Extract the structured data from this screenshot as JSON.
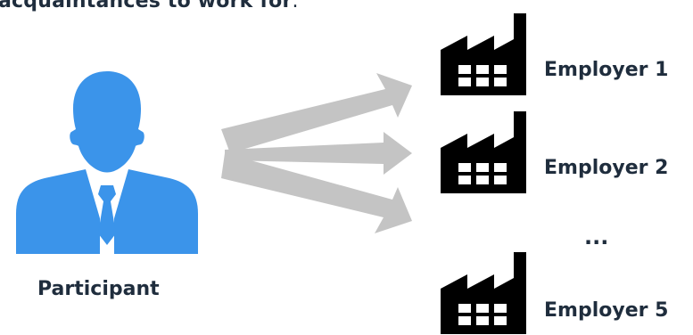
{
  "caption": {
    "bold_text": "acquaintances to work for",
    "tail_text": "."
  },
  "participant": {
    "label": "Participant",
    "icon": "person-icon",
    "color": "#3b94ea"
  },
  "arrows": {
    "color": "#c4c4c4",
    "count": 3
  },
  "employers": [
    {
      "label": "Employer 1",
      "icon": "factory-icon"
    },
    {
      "label": "Employer 2",
      "icon": "factory-icon"
    },
    {
      "label": "Employer 5",
      "icon": "factory-icon"
    }
  ],
  "ellipsis": "...",
  "colors": {
    "text": "#1f2d3d",
    "factory": "#000000"
  }
}
